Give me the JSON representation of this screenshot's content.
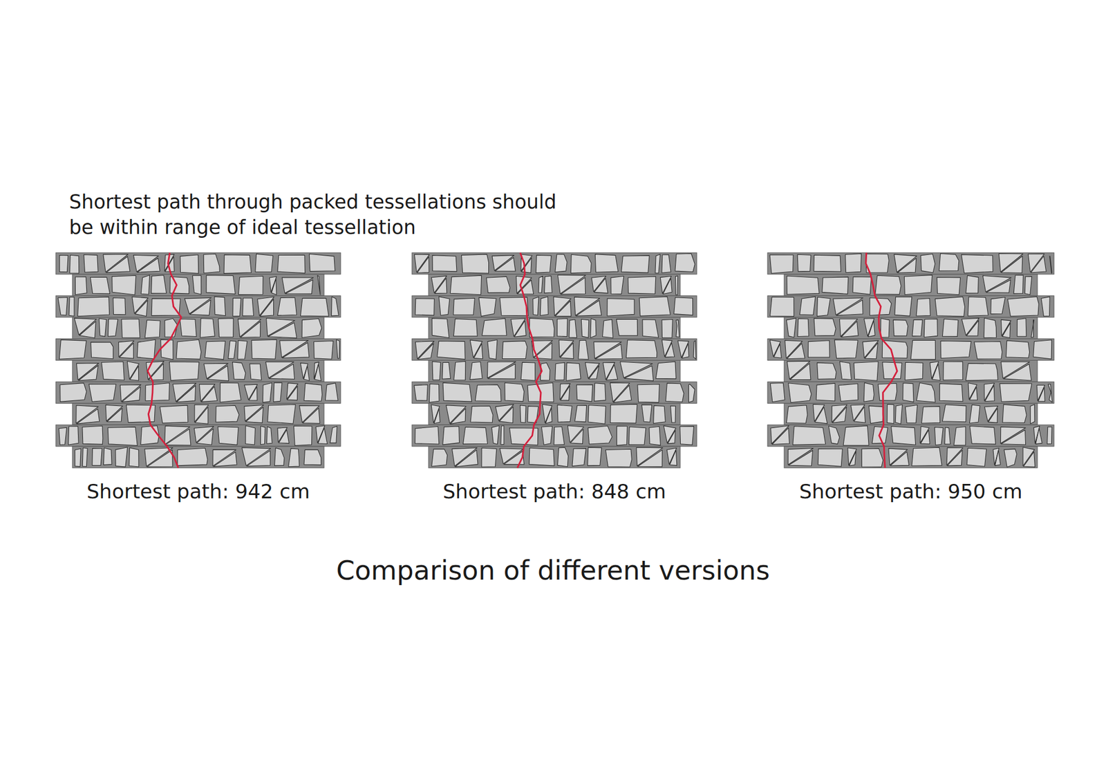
{
  "diagram": {
    "caption": "Comparison of different versions",
    "labels": [
      "Shortest path through packed tessellations should be within range of ideal tessellation",
      "Shortest path: 942 cm",
      "Shortest path: 848 cm",
      "Shortest path: 950 cm"
    ]
  }
}
